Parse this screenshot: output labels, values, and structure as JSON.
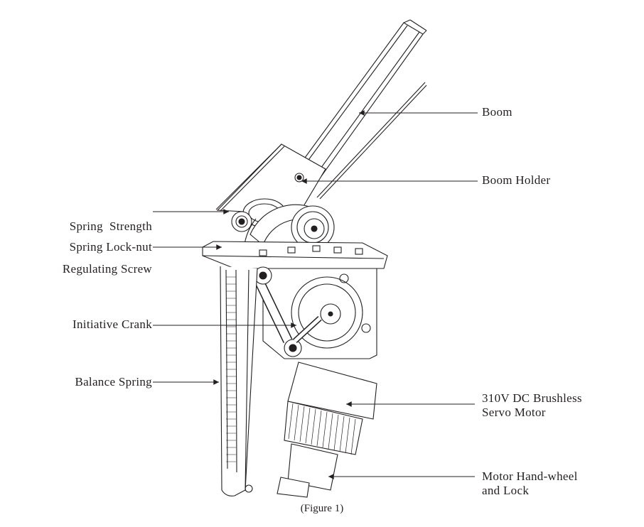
{
  "figure": {
    "caption": "(Figure 1)",
    "line_color": "#231f20",
    "background": "#ffffff"
  },
  "labels": {
    "boom": "Boom",
    "boom_holder": "Boom Holder",
    "spring_strength_screw": [
      "Spring  Strength",
      "Regulating Screw"
    ],
    "spring_lock_nut": "Spring Lock-nut",
    "initiative_crank": "Initiative Crank",
    "balance_spring": "Balance Spring",
    "servo_motor": [
      "310V DC Brushless",
      "Servo Motor"
    ],
    "motor_hand_wheel": [
      "Motor Hand-wheel",
      "and Lock"
    ]
  }
}
